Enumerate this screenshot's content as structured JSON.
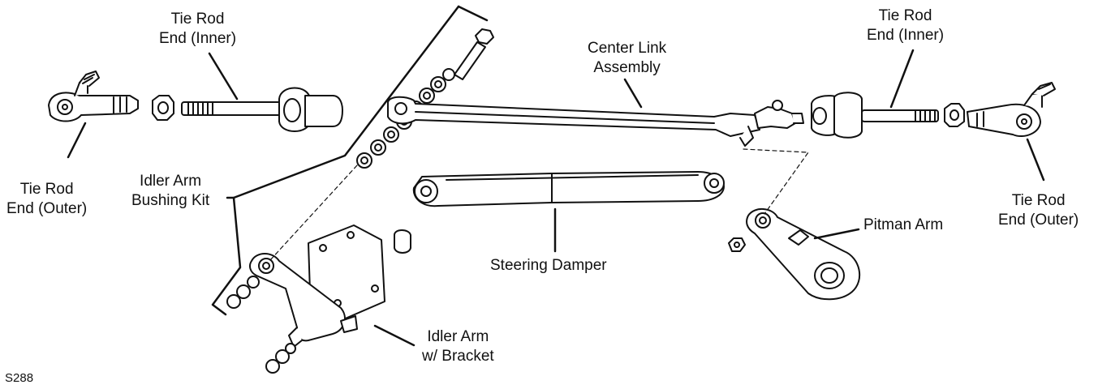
{
  "labels": {
    "tie_rod_inner_left": [
      "Tie Rod",
      "End (Inner)"
    ],
    "tie_rod_outer_left": [
      "Tie Rod",
      "End (Outer)"
    ],
    "idler_arm_bushing_kit": [
      "Idler Arm",
      "Bushing Kit"
    ],
    "center_link": [
      "Center Link",
      "Assembly"
    ],
    "tie_rod_inner_right": [
      "Tie Rod",
      "End (Inner)"
    ],
    "tie_rod_outer_right": [
      "Tie Rod",
      "End (Outer)"
    ],
    "steering_damper": "Steering Damper",
    "pitman_arm": "Pitman Arm",
    "idler_arm_bracket": [
      "Idler Arm",
      "w/ Bracket"
    ]
  },
  "figure_code": "S288",
  "colors": {
    "stroke": "#111111",
    "fill": "#ffffff",
    "text": "#111111"
  }
}
